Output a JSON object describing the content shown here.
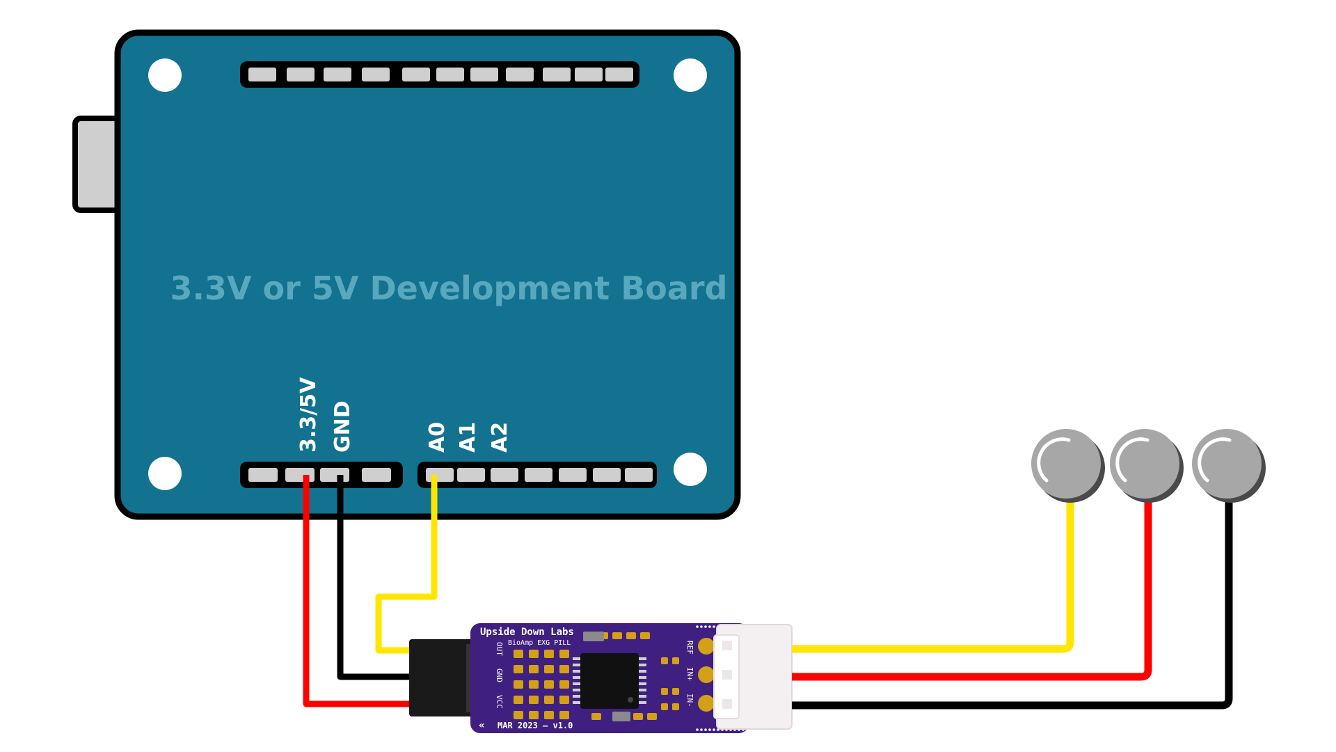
{
  "board": {
    "title": "3.3V or 5V Development Board",
    "body_color": "#12728f",
    "title_color": "#5aa8be",
    "pin_labels": [
      "3.3/5V",
      "GND",
      "A0",
      "A1",
      "A2"
    ]
  },
  "module": {
    "brand": "Upside Down Labs",
    "product": "BioAmp EXG PILL",
    "date_version": "MAR 2023 – v1.0",
    "left_pins": [
      "OUT",
      "GND",
      "VCC"
    ],
    "right_pins": [
      "REF",
      "IN+",
      "IN-"
    ],
    "color": "#3f1f7f"
  },
  "wire_colors": {
    "power": "#ff0000",
    "ground": "#000000",
    "signal": "#ffe600"
  },
  "electrode_count": 3,
  "icons": {
    "usb_port": "usb-connector-icon",
    "electrode": "electrode-icon",
    "chevron": "double-chevron-left-icon"
  }
}
